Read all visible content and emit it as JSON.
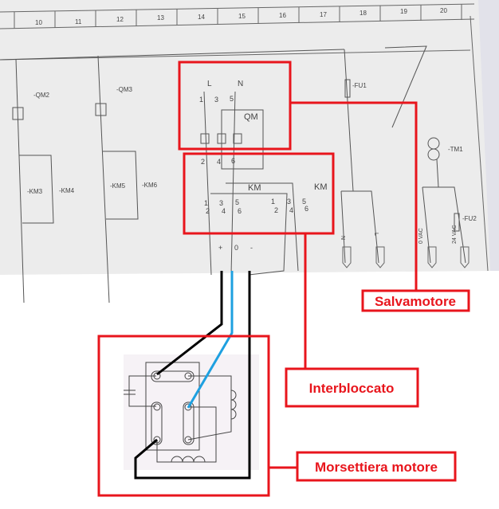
{
  "schematic": {
    "column_numbers": [
      "10",
      "11",
      "12",
      "13",
      "14",
      "15",
      "16",
      "17",
      "18",
      "19",
      "20"
    ],
    "devices": {
      "qm2": "-QM2",
      "qm3": "-QM3",
      "km3": "-KM3",
      "km4": "-KM4",
      "km5": "-KM5",
      "km6": "-KM6",
      "fu1": "-FU1",
      "fu2": "-FU2",
      "tm1": "-TM1",
      "qm": "QM",
      "km": "KM"
    },
    "lines": {
      "l": "L",
      "n": "N"
    },
    "poles_top": [
      "1",
      "3",
      "5"
    ],
    "poles_bottom": [
      "2",
      "4",
      "6"
    ],
    "outputs": [
      "+",
      "0",
      "-"
    ],
    "terminal_wires": [
      "N",
      "L",
      "0 VAC",
      "24 VAC"
    ]
  },
  "annotations": {
    "salvamotore": "Salvamotore",
    "interbloccato": "Interbloccato",
    "morsettiera": "Morsettiera motore"
  },
  "colors": {
    "annotation": "#e8151c",
    "wire_black": "#000000",
    "wire_blue": "#1ea0e0",
    "paper": "#ececec"
  }
}
